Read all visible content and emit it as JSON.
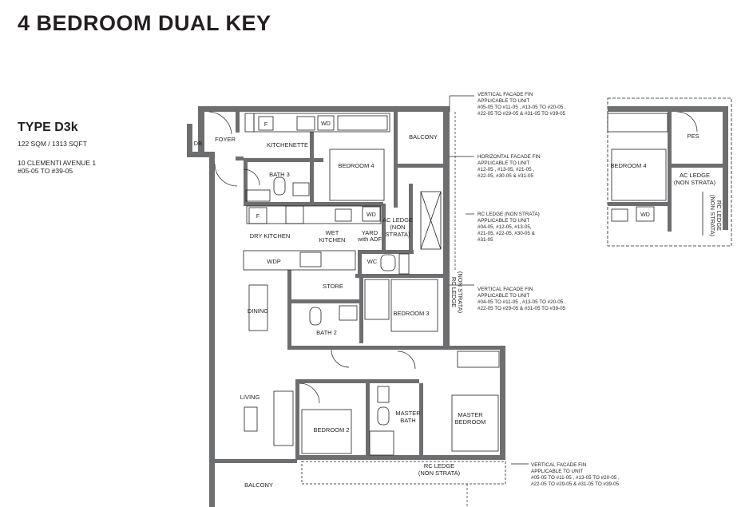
{
  "page_title": "4 BEDROOM DUAL KEY",
  "unit": {
    "type": "TYPE D3k",
    "area": "122 SQM / 1313 SQFT",
    "address": "10 CLEMENTI AVENUE 1",
    "units": "#05-05 TO  #39-05"
  },
  "rooms": {
    "db": "DB",
    "foyer": "FOYER",
    "kitchenette": "KITCHENETTE",
    "balcony_top": "BALCONY",
    "bedroom4": "BEDROOM 4",
    "bath3": "BATH 3",
    "dry_kitchen": "DRY KITCHEN",
    "wet_kitchen_1": "WET",
    "wet_kitchen_2": "KITCHEN",
    "yard_1": "YARD",
    "yard_2": "with ADF",
    "ac_ledge_1": "AC LEDGE",
    "ac_ledge_2": "(NON",
    "ac_ledge_3": "STRATA)",
    "wc": "WC",
    "wdp": "WDP",
    "store": "STORE",
    "dining": "DINING",
    "bedroom3": "BEDROOM 3",
    "bath2": "BATH 2",
    "rc_ledge_v_1": "RC LEDGE",
    "rc_ledge_v_2": "(NON STRATA)",
    "living": "LIVING",
    "bedroom2": "BEDROOM 2",
    "master_bath_1": "MASTER",
    "master_bath_2": "BATH",
    "master_bedroom_1": "MASTER",
    "master_bedroom_2": "BEDROOM",
    "rc_ledge_bottom_1": "RC LEDGE",
    "rc_ledge_bottom_2": "(NON STRATA)",
    "balcony_bottom": "BALCONY"
  },
  "appliances": {
    "fridge": "F",
    "washer_dryer": "WD"
  },
  "notes": {
    "vff_1": [
      "VERTICAL FACADE FIN",
      "APPLICABLE TO UNIT",
      "#05-05 TO #11-05 , #13-05 TO #20-05 ,",
      "#22-05 TO #29-05 & #31-05 TO #39-05"
    ],
    "hff": [
      "HORIZONTAL FACADE FIN",
      "APPLICABLE TO UNIT",
      "#12-05 , #13-05, #21-05 ,",
      "#22-05, #30-05 & #31-05"
    ],
    "rcl": [
      "RC LEDGE (NON STRATA)",
      "APPLICABLE TO UNIT",
      "#04-05, #12-05, #13-05,",
      "#21-05, #22-05, #30-05 &",
      "#31-05"
    ],
    "vff_2": [
      "VERTICAL FACADE FIN",
      "APPLICABLE TO UNIT",
      "#04-05 TO #11-05 , #13-05 TO #20-05 ,",
      "#22-05 TO #29-05 & #31-05 TO #39-05"
    ],
    "vff_3": [
      "VERTICAL FACADE FIN",
      "APPLICABLE TO UNIT",
      "#05-05 TO #11-05 , #13-05 TO #20-05 ,",
      "#22-05 TO #29-05 & #31-05 TO #39-05"
    ]
  },
  "inset": {
    "pes": "PES",
    "bedroom4": "BEDROOM 4",
    "ac_ledge_1": "AC LEDGE",
    "ac_ledge_2": "(NON STRATA)",
    "rc_ledge_1": "RC LEDGE",
    "rc_ledge_2": "(NON STRATA)",
    "wd": "WD"
  }
}
